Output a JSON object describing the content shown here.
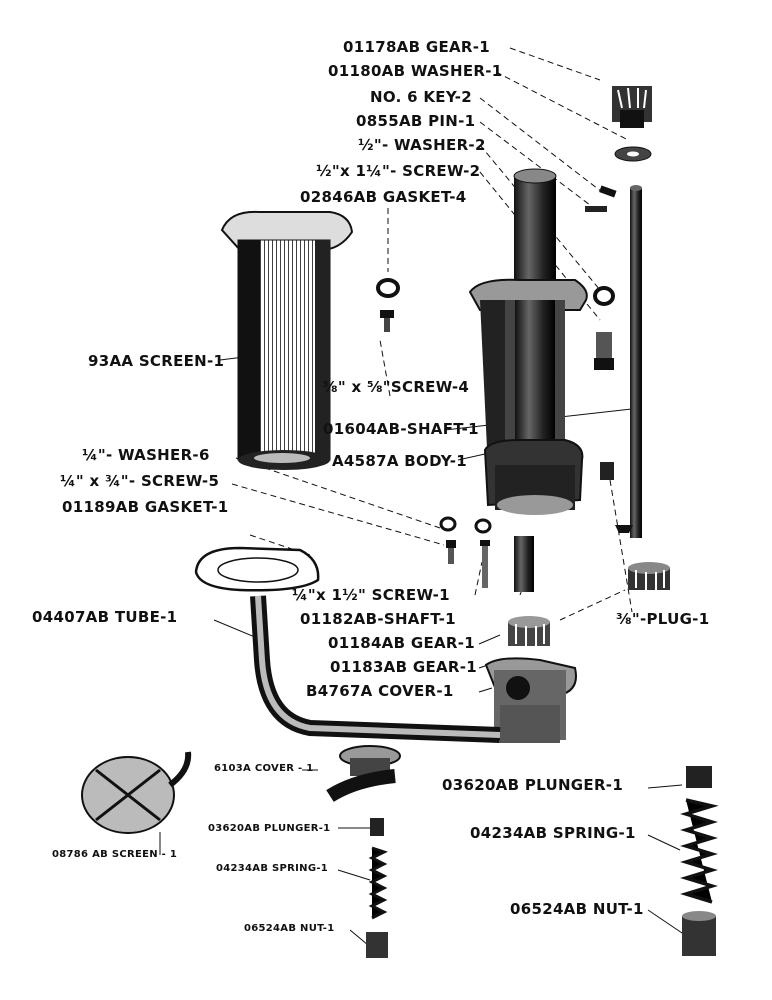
{
  "labels": {
    "gear_01178": "01178AB GEAR-1",
    "washer_01180": "01180AB WASHER-1",
    "key_no6": "NO. 6 KEY-2",
    "pin_0855": "0855AB PIN-1",
    "washer_half": "½\"- WASHER-2",
    "screw_half_114": "½\"x 1¼\"- SCREW-2",
    "gasket_02846": "02846AB GASKET-4",
    "screen_93aa": "93AA SCREEN-1",
    "screw_38_58": "⅜\" x ⅝\"SCREW-4",
    "shaft_01604": "01604AB-SHAFT-1",
    "body_a4587": "A4587A BODY-1",
    "washer_quarter": "¼\"- WASHER-6",
    "screw_quarter_34": "¼\" x ¾\"- SCREW-5",
    "gasket_01189": "01189AB GASKET-1",
    "tube_04407": "04407AB TUBE-1",
    "screw_quarter_112": "¼\"x 1½\" SCREW-1",
    "shaft_01182": "01182AB-SHAFT-1",
    "plug_38": "⅜\"-PLUG-1",
    "gear_01184": "01184AB GEAR-1",
    "gear_01183": "01183AB GEAR-1",
    "cover_b4767": "B4767A COVER-1",
    "cover_6103a": "6103A COVER - 1",
    "plunger_small": "03620AB PLUNGER-1",
    "plunger_big": "03620AB PLUNGER-1",
    "screen_08786": "08786 AB SCREEN - 1",
    "spring_small": "04234AB SPRING-1",
    "spring_big": "04234AB SPRING-1",
    "nut_small": "06524AB NUT-1",
    "nut_big": "06524AB NUT-1"
  },
  "colors": {
    "ink": "#111111",
    "paper": "#ffffff",
    "shade": "#555555"
  }
}
